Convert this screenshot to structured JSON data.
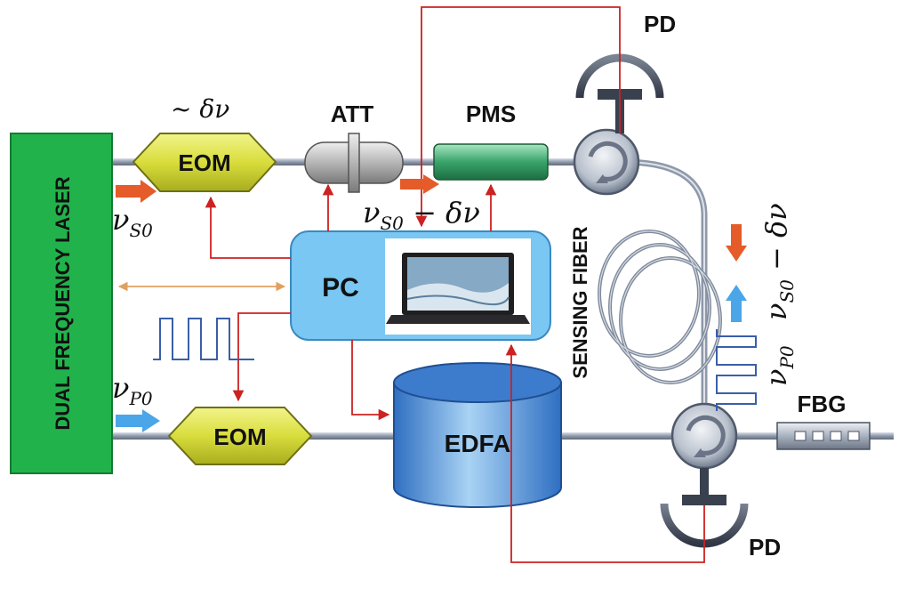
{
  "labels": {
    "laser": "DUAL FREQUENCY LASER",
    "eom_top": "EOM",
    "eom_bottom": "EOM",
    "att": "ATT",
    "pms": "PMS",
    "pc": "PC",
    "edfa": "EDFA",
    "pd_top": "PD",
    "pd_bottom": "PD",
    "fbg": "FBG",
    "sensing_fiber": "SENSING FIBER"
  },
  "math": {
    "delta_nu_mod": "~ δν",
    "nu_s0_base": "ν",
    "nu_s0_sub": "S0",
    "nu_s0_shift_base": "ν",
    "nu_s0_shift_sub": "S0",
    "nu_s0_shift_rest": " − δν",
    "nu_p0_base": "ν",
    "nu_p0_sub": "P0",
    "right_shift_base": "ν",
    "right_shift_sub": "S0",
    "right_shift_rest": " − δν",
    "right_p0_base": "ν",
    "right_p0_sub": "P0"
  },
  "colors": {
    "laser": "#22b24c",
    "eom": "#d8dd3c",
    "pc_box": "#79c7f2",
    "edfa_top": "#4a86d0",
    "edfa_mid": "#9ccaf0",
    "pms": "#39a46a",
    "control_line": "#cc2222",
    "sync_line": "#e0a060",
    "fiber": "#9aa6b8",
    "arrow_signal": "#e55b2a",
    "arrow_pump": "#4aa6e8",
    "pulse": "#3a5fa8"
  }
}
